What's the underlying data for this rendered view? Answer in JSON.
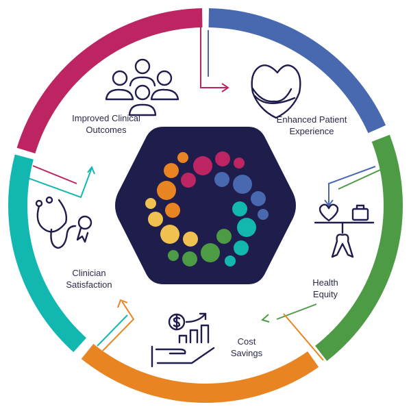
{
  "colors": {
    "magenta": "#bd2562",
    "blue": "#4868b0",
    "green": "#4e9b45",
    "orange": "#e88422",
    "teal": "#12b8b0",
    "yellow": "#f0c050",
    "hexagon": "#1f1d4b",
    "ink": "#1e1c4a"
  },
  "segments": [
    {
      "label": "Improved Clinical Outcomes",
      "line1": "Improved Clinical",
      "line2": "Outcomes",
      "color": "magenta",
      "icon": "people-group-icon"
    },
    {
      "label": "Enhanced Patient Experience",
      "line1": "Enhanced Patient",
      "line2": "Experience",
      "color": "blue",
      "icon": "heart-hug-icon"
    },
    {
      "label": "Health Equity",
      "line1": "Health",
      "line2": "Equity",
      "color": "green",
      "icon": "balance-heart-briefcase-ribbon-icon"
    },
    {
      "label": "Cost Savings",
      "line1": "Cost",
      "line2": "Savings",
      "color": "orange",
      "icon": "dollar-growth-hand-icon"
    },
    {
      "label": "Clinician Satisfaction",
      "line1": "Clinician",
      "line2": "Satisfaction",
      "color": "teal",
      "icon": "stethoscope-award-icon"
    }
  ]
}
